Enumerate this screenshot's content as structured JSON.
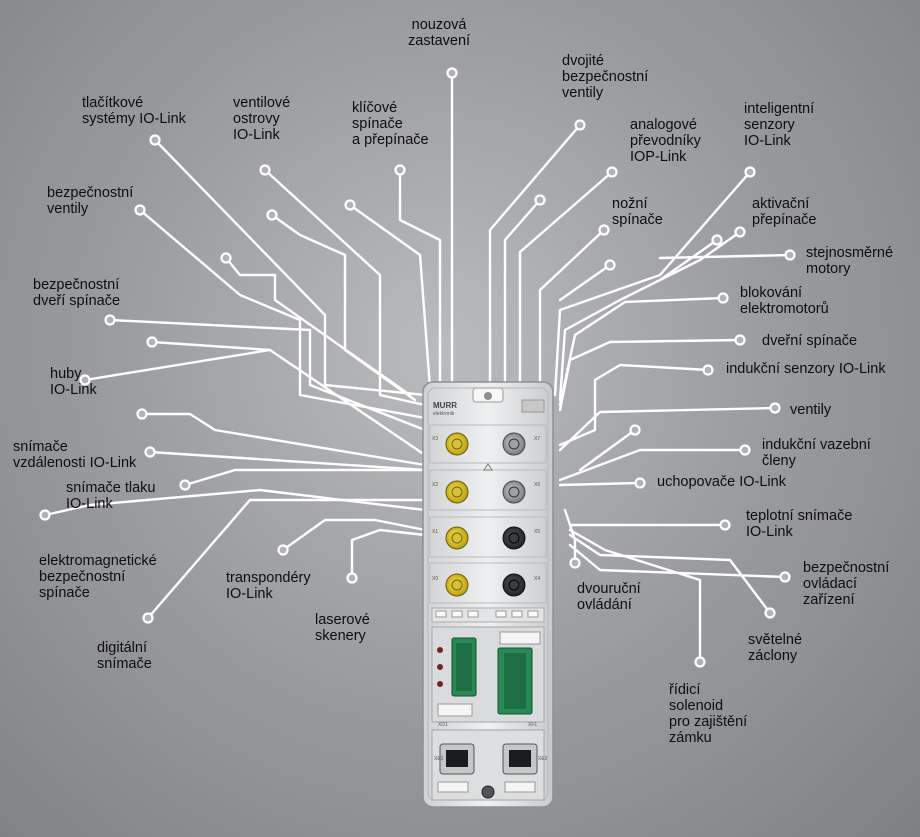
{
  "device": {
    "brand": "MURR",
    "brand_sub": "elektronik",
    "port_labels_left": [
      "X3",
      "X2",
      "X1",
      "X0"
    ],
    "port_labels_right": [
      "X7",
      "X6",
      "X5",
      "X4"
    ],
    "power_connectors": [
      "XD1",
      "XF1"
    ],
    "network_ports": [
      "XE1",
      "XE2"
    ]
  },
  "labels": {
    "nouzove": "nouzová\nzastavení",
    "dvojite": "dvojité\nbezpečnostní\nventily",
    "tlacitkove": "tlačítkové\nsystémy IO-Link",
    "ventilove": "ventilové\nostrovy\nIO-Link",
    "klicove": "klíčové\nspínače\na přepínače",
    "analogove": "analogové\npřevodníky\nIOP-Link",
    "inteligentni": "inteligentní\nsenzory\nIO-Link",
    "bezp_ventily": "bezpečnostní\nventily",
    "nozni": "nožní\nspínače",
    "aktivacni": "aktivační\npřepínače",
    "stejnosmerne": "stejnosměrné\nmotory",
    "bezp_dveri": "bezpečnostní\ndveří spínače",
    "blokovani": "blokování\nelektromotorů",
    "dverni": "dveřní spínače",
    "huby": "huby\nIO-Link",
    "indukcni_senzory": "indukční senzory IO-Link",
    "ventily": "ventily",
    "snimace_vzd": "snímače\nvzdálenosti IO-Link",
    "indukcni_vazebni": "indukční vazební\nčleny",
    "snimace_tlaku": "snímače tlaku\nIO-Link",
    "uchopovace": "uchopovače IO-Link",
    "teplotni": "teplotní snímače\nIO-Link",
    "elektromag": "elektromagnetické\nbezpečnostní\nspínače",
    "transpondery": "transpondéry\nIO-Link",
    "dvourucni": "dvouruční\novládání",
    "bezp_ovladaci": "bezpečnostní\novládací\nzařízení",
    "laserove": "laserové\nskenery",
    "svetelne": "světelné\nzáclony",
    "digitalni": "digitální\nsnímače",
    "ridici": "řídicí\nsolenoid\npro zajištění\nzámku"
  }
}
